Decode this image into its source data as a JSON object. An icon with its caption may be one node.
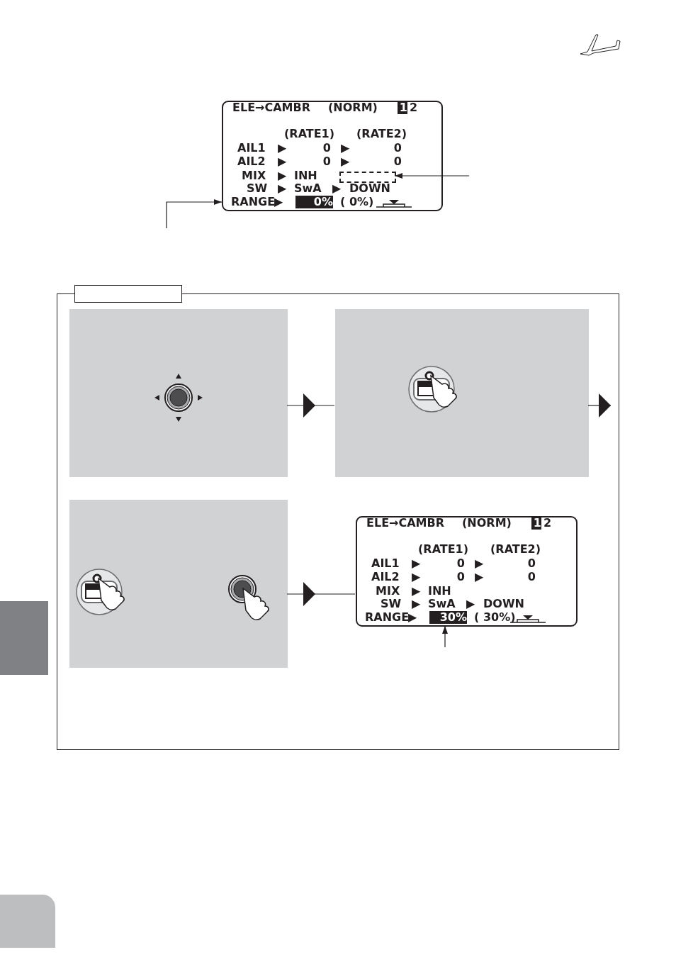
{
  "diagram": {
    "nodes": [
      {
        "text": [
          "ELE→CAMBR",
          "(NORM)",
          "1",
          "2",
          "(RATE1)",
          "(RATE2)",
          "AIL1",
          "▶",
          "0",
          "▶",
          "0",
          "AIL2",
          "▶",
          "0",
          "▶",
          "0",
          "MIX",
          "▶",
          "INH",
          "SW",
          "▶",
          "SwA",
          "▶",
          "DOWN",
          "RANGE",
          "▶",
          "0%",
          "( 0%)"
        ]
      },
      {
        "text": [],
        "shape": "box",
        "in": 0
      },
      {
        "text": [],
        "shape": "box"
      },
      {
        "text": [],
        "shape": "box",
        "in": 2
      },
      {
        "text": [],
        "shape": "box",
        "in": 2
      },
      {
        "text": [],
        "shape": "box",
        "in": 2
      },
      {
        "text": [
          "ELE→CAMBR",
          "(NORM)",
          "1",
          "2",
          "(RATE1)",
          "(RATE2)",
          "AIL1",
          "▶",
          "0",
          "▶",
          "0",
          "AIL2",
          "▶",
          "0",
          "▶",
          "0",
          "MIX",
          "▶",
          "INH",
          "SW",
          "▶",
          "SwA",
          "▶",
          "DOWN",
          "RANGE",
          "▶",
          "30%",
          "( 30%)"
        ],
        "in": 2
      },
      {
        "text": [],
        "shape": "box"
      },
      {
        "text": [],
        "shape": "box"
      }
    ],
    "edges": [
      {
        "from": null,
        "to": 0,
        "arrow": "to"
      },
      {
        "from": null,
        "to": 1,
        "arrow": "to"
      },
      {
        "from": 3,
        "to": 4,
        "arrow": "to"
      },
      {
        "from": 4,
        "to": null,
        "arrow": "to"
      },
      {
        "from": 5,
        "to": 6,
        "arrow": "to"
      },
      {
        "from": null,
        "to": 6,
        "arrow": "to"
      }
    ]
  }
}
